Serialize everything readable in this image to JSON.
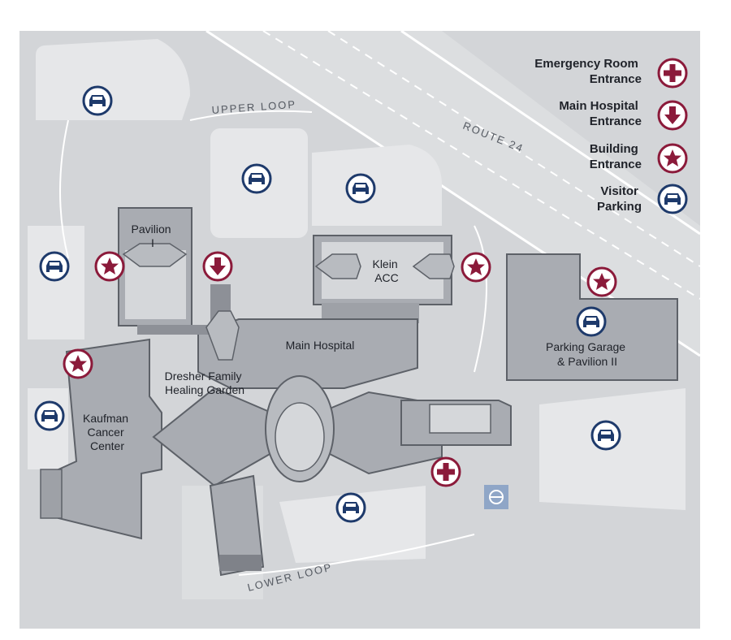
{
  "colors": {
    "road": "#d3d5d8",
    "lot": "#e6e7e9",
    "building": "#a9acb2",
    "building_light": "#c5c7cb",
    "emergency": "#8b1a3a",
    "parking": "#1e3a6b"
  },
  "roads": {
    "route": "ROUTE 24",
    "upper": "UPPER LOOP",
    "lower": "LOWER LOOP"
  },
  "buildings": {
    "pavilion_1": [
      "Pavilion",
      "I"
    ],
    "klein": [
      "Klein",
      "ACC"
    ],
    "main": "Main Hospital",
    "garage": [
      "Parking Garage",
      "& Pavilion II"
    ],
    "garden": [
      "Dresher Family",
      "Healing Garden"
    ],
    "kaufman": [
      "Kaufman",
      "Cancer",
      "Center"
    ]
  },
  "legend": {
    "emergency": {
      "line1": "Emergency Room",
      "line2": "Entrance",
      "icon": "plus-icon"
    },
    "main_entrance": {
      "line1": "Main Hospital",
      "line2": "Entrance",
      "icon": "arrow-down-icon"
    },
    "building_entrance": {
      "line1": "Building",
      "line2": "Entrance",
      "icon": "star-icon"
    },
    "parking": {
      "line1": "Visitor",
      "line2": "Parking",
      "icon": "car-icon"
    }
  },
  "markers": {
    "star_icon": "star-icon",
    "car_icon": "car-icon",
    "plus_icon": "plus-icon",
    "arrow_icon": "arrow-down-icon",
    "transit_icon": "transit-icon"
  }
}
